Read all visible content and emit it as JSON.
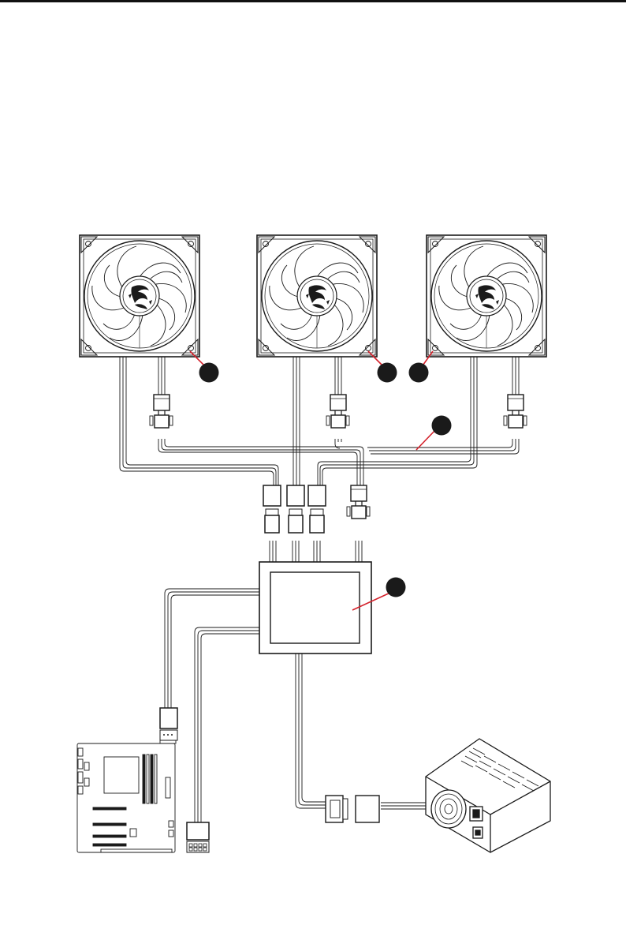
{
  "colors": {
    "line": "#1a1a1a",
    "callout_marker": "#1a1a1a",
    "callout_leader": "#d4202a",
    "background": "#ffffff"
  },
  "components": {
    "fans": [
      {
        "name": "fan-1",
        "icon": "msi-dragon-logo-icon"
      },
      {
        "name": "fan-2",
        "icon": "msi-dragon-logo-icon"
      },
      {
        "name": "fan-3",
        "icon": "msi-dragon-logo-icon"
      }
    ],
    "hub": {
      "icon": "fan-hub-icon"
    },
    "motherboard": {
      "icon": "motherboard-icon"
    },
    "psu": {
      "icon": "power-supply-icon"
    }
  },
  "callouts": [
    {
      "name": "callout-fan1-corner",
      "icon": "callout-marker-icon"
    },
    {
      "name": "callout-fan2-corner",
      "icon": "callout-marker-icon"
    },
    {
      "name": "callout-fan3-corner",
      "icon": "callout-marker-icon"
    },
    {
      "name": "callout-extension-cable",
      "icon": "callout-marker-icon"
    },
    {
      "name": "callout-hub",
      "icon": "callout-marker-icon"
    }
  ]
}
